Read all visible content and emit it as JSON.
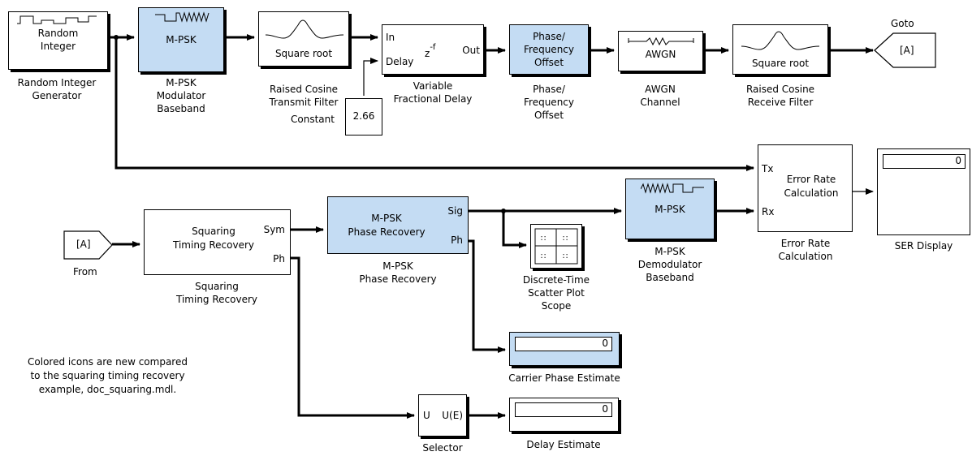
{
  "blocks": {
    "random_integer": {
      "icon_label": "Random\nInteger",
      "caption": "Random Integer\nGenerator"
    },
    "mpsk_mod": {
      "icon_label": "M-PSK",
      "caption": "M-PSK\nModulator\nBaseband"
    },
    "rc_tx": {
      "icon_label": "Square root",
      "caption": "Raised Cosine\nTransmit Filter"
    },
    "var_delay": {
      "in_port": "In",
      "delay_port": "Delay",
      "out_port": "Out",
      "icon_label": "z",
      "icon_sup": "-f",
      "caption": "Variable\nFractional Delay"
    },
    "constant": {
      "value": "2.66",
      "caption": "Constant"
    },
    "phase_offset": {
      "icon_label": "Phase/\nFrequency\nOffset",
      "caption": "Phase/\nFrequency\nOffset"
    },
    "awgn": {
      "icon_label": "AWGN",
      "caption": "AWGN\nChannel"
    },
    "rc_rx": {
      "icon_label": "Square root",
      "caption": "Raised Cosine\nReceive Filter"
    },
    "goto": {
      "tag": "[A]",
      "caption": "Goto"
    },
    "from": {
      "tag": "[A]",
      "caption": "From"
    },
    "squaring": {
      "icon_label": "Squaring\nTiming Recovery",
      "sym_port": "Sym",
      "ph_port": "Ph",
      "caption": "Squaring\nTiming Recovery"
    },
    "phase_recovery": {
      "icon_label": "M-PSK\nPhase Recovery",
      "sig_port": "Sig",
      "ph_port": "Ph",
      "caption": "M-PSK\nPhase Recovery"
    },
    "scatter": {
      "caption": "Discrete-Time\nScatter Plot\nScope"
    },
    "mpsk_demod": {
      "icon_label": "M-PSK",
      "caption": "M-PSK\nDemodulator\nBaseband"
    },
    "error_rate": {
      "tx_port": "Tx",
      "rx_port": "Rx",
      "icon_label": "Error Rate\nCalculation",
      "caption": "Error Rate\nCalculation"
    },
    "ser_display": {
      "value": "0",
      "caption": "SER Display"
    },
    "carrier_phase": {
      "value": "0",
      "caption": "Carrier Phase Estimate"
    },
    "selector": {
      "in_port": "U",
      "out_port": "U(E)",
      "caption": "Selector"
    },
    "delay_estimate": {
      "value": "0",
      "caption": "Delay Estimate"
    }
  },
  "note": "Colored icons are new compared\nto the squaring timing recovery\nexample, doc_squaring.mdl.",
  "colors": {
    "highlight": "#c4dcf3",
    "line": "#000000",
    "background": "#ffffff"
  }
}
